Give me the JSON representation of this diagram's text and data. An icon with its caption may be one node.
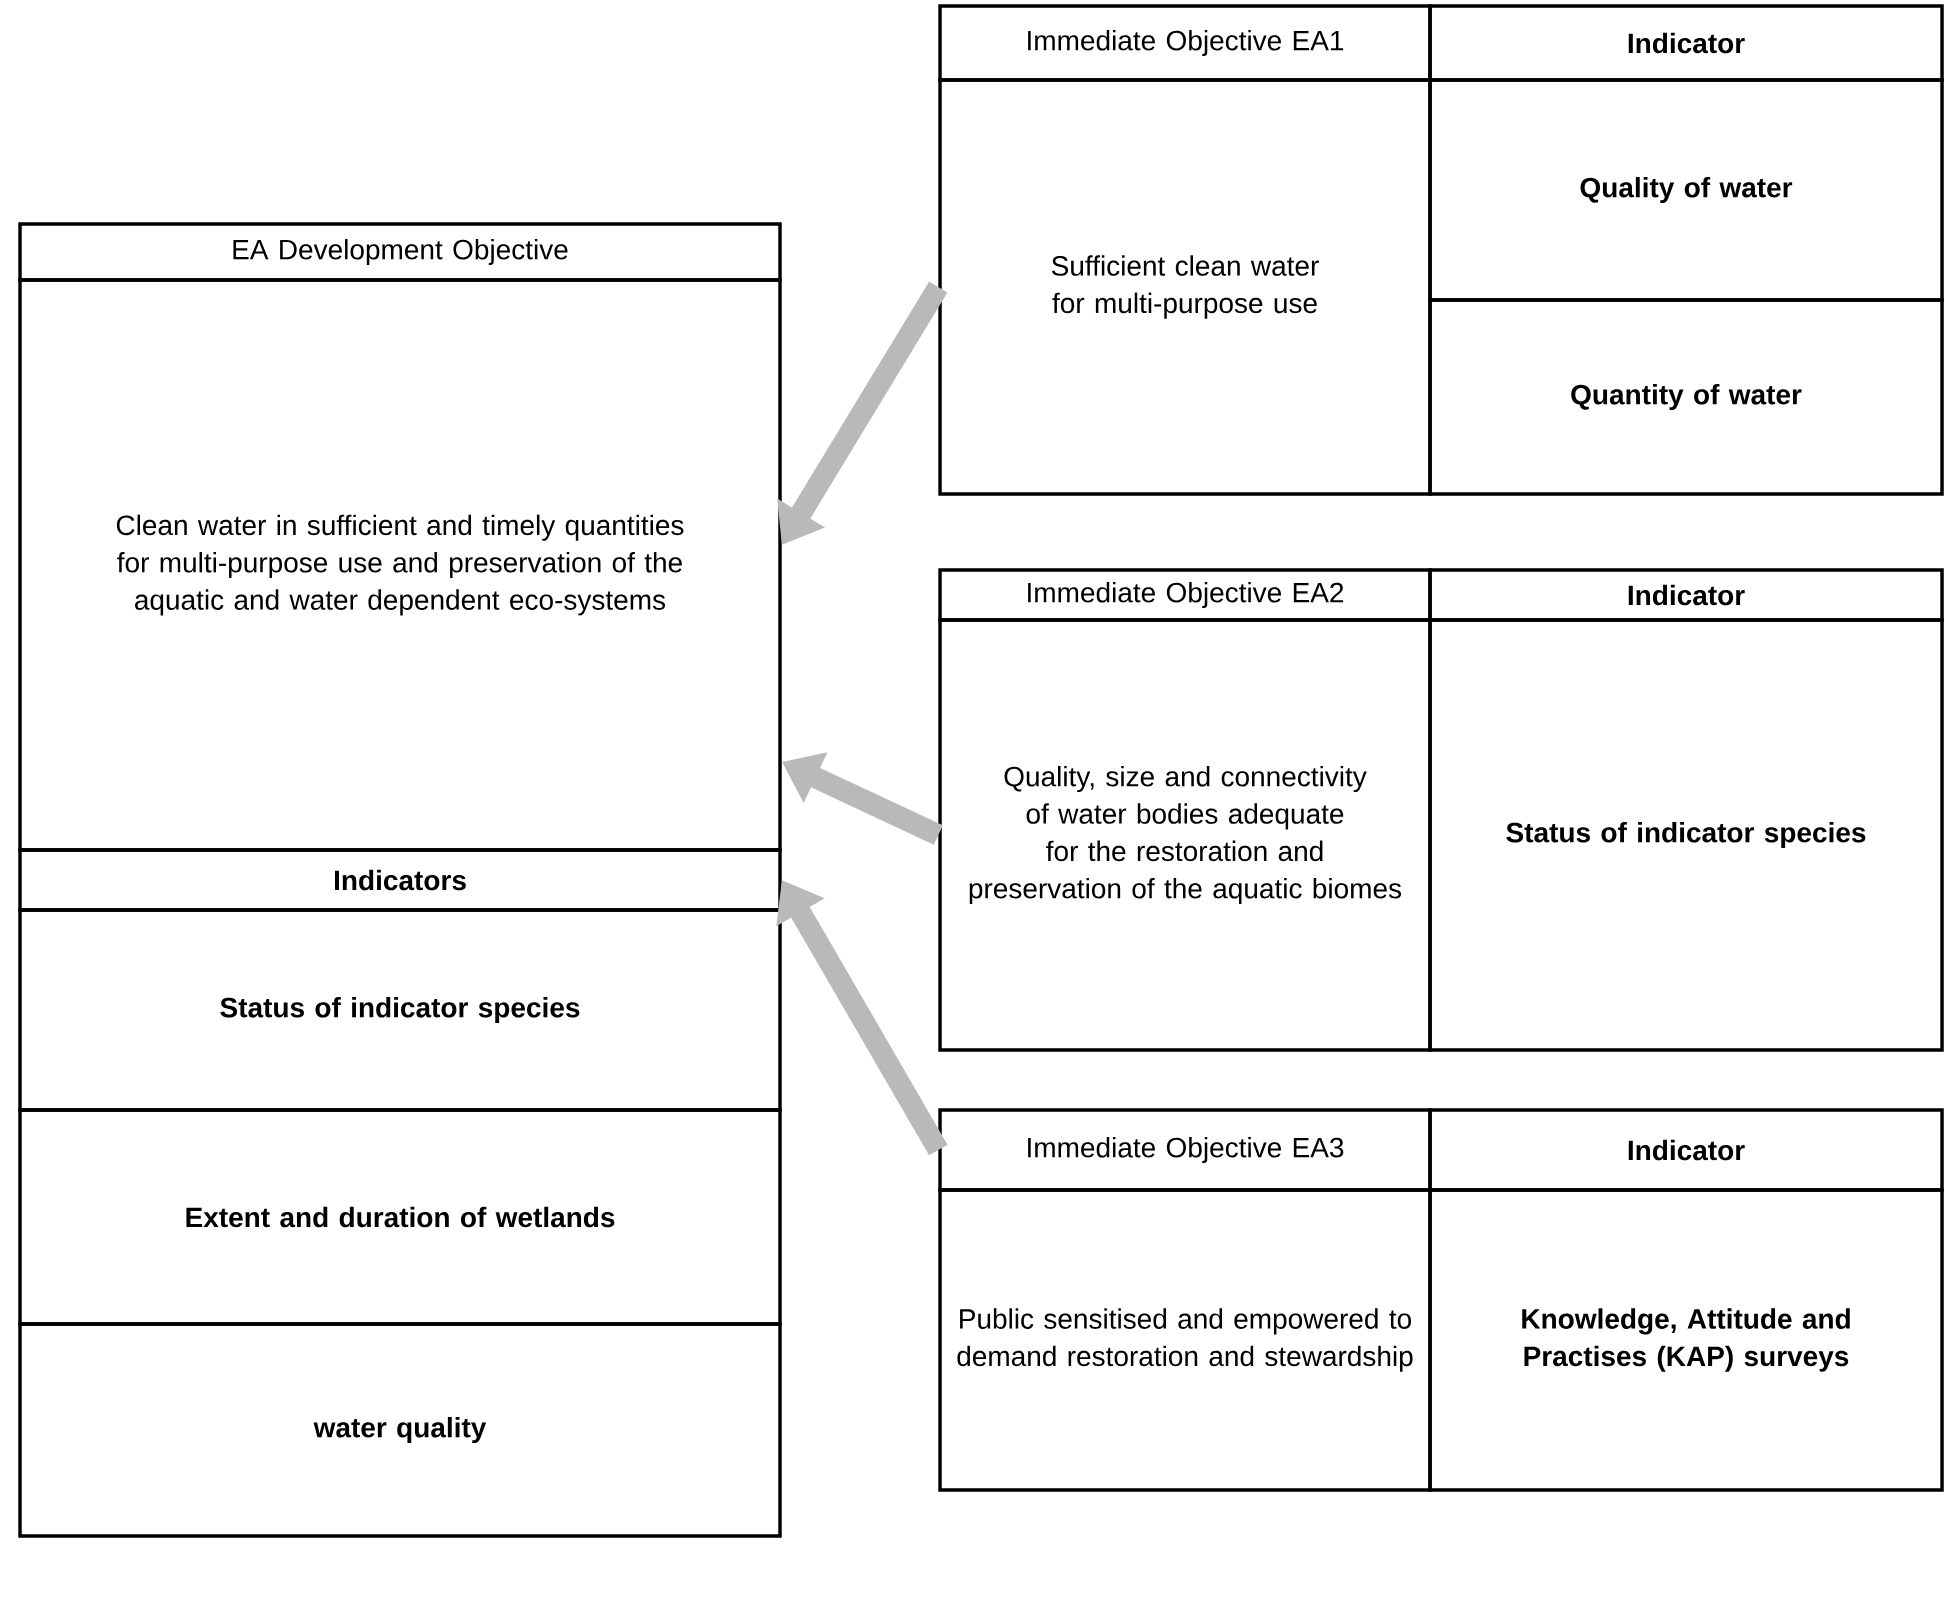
{
  "diagram": {
    "nodes": [
      {
        "text": [
          "EA Development Objective"
        ]
      },
      {
        "text": [
          "Clean water in sufficient and timely quantities for multi-purpose use and preservation of the aquatic and water dependent eco-systems"
        ]
      },
      {
        "text": [
          "Indicators"
        ]
      },
      {
        "text": [
          "Status of indicator species"
        ]
      },
      {
        "text": [
          "Extent and duration of wetlands"
        ]
      },
      {
        "text": [
          "water quality"
        ]
      },
      {
        "text": [
          "Immediate Objective EA1"
        ]
      },
      {
        "text": [
          "Indicator"
        ]
      },
      {
        "text": [
          "Sufficient clean water for multi-purpose use"
        ]
      },
      {
        "text": [
          "Quality of water"
        ]
      },
      {
        "text": [
          "Quantity of water"
        ]
      },
      {
        "text": [
          "Immediate Objective EA2"
        ]
      },
      {
        "text": [
          "Indicator"
        ]
      },
      {
        "text": [
          "Quality, size and connectivity of water bodies adequate for the restoration and preservation of the aquatic biomes"
        ]
      },
      {
        "text": [
          "Status of indicator species"
        ]
      },
      {
        "text": [
          "Immediate Objective EA3"
        ]
      },
      {
        "text": [
          "Indicator"
        ]
      },
      {
        "text": [
          "Public sensitised and empowered to demand restoration and stewardship"
        ]
      },
      {
        "text": [
          "Knowledge, Attitude and Practises (KAP) surveys"
        ]
      }
    ],
    "edges": [
      {
        "from": 8,
        "to": 1,
        "arrow": "to"
      },
      {
        "from": 13,
        "to": 1,
        "arrow": "to"
      },
      {
        "from": 15,
        "to": 2,
        "arrow": "to"
      }
    ]
  }
}
